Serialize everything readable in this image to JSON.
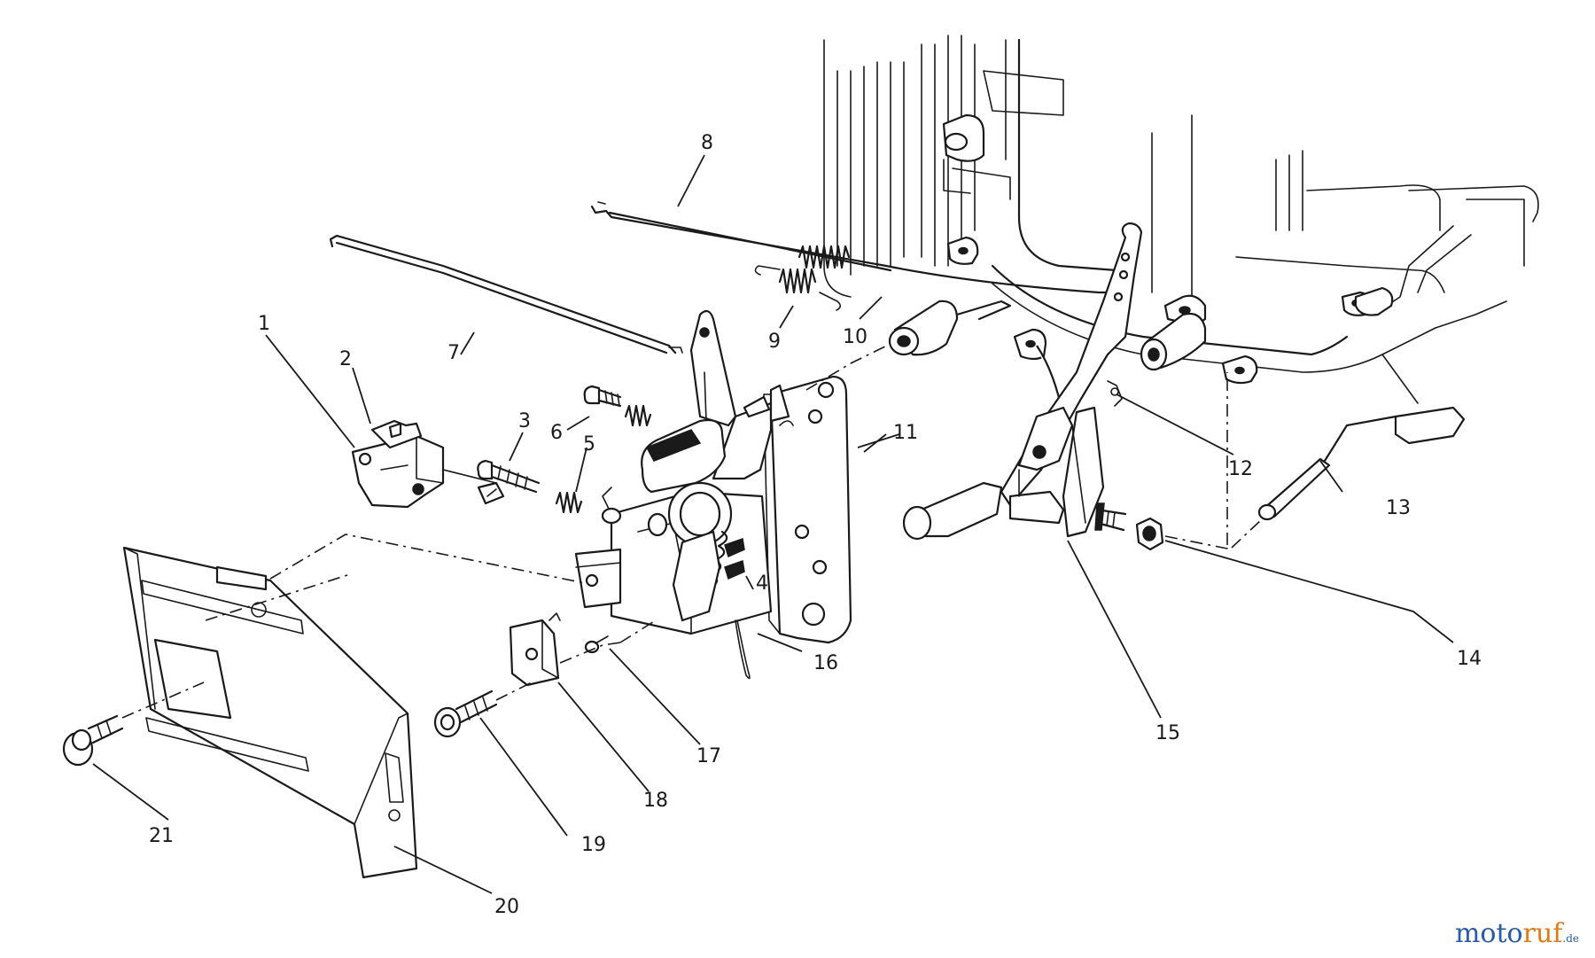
{
  "diagram": {
    "callouts": [
      "1",
      "2",
      "3",
      "4",
      "5",
      "6",
      "7",
      "8",
      "9",
      "10",
      "11",
      "12",
      "13",
      "14",
      "15",
      "16",
      "17",
      "18",
      "19",
      "20",
      "21"
    ]
  },
  "watermark": {
    "text_a": "moto",
    "text_b": "ruf",
    "text_c": ".de"
  }
}
